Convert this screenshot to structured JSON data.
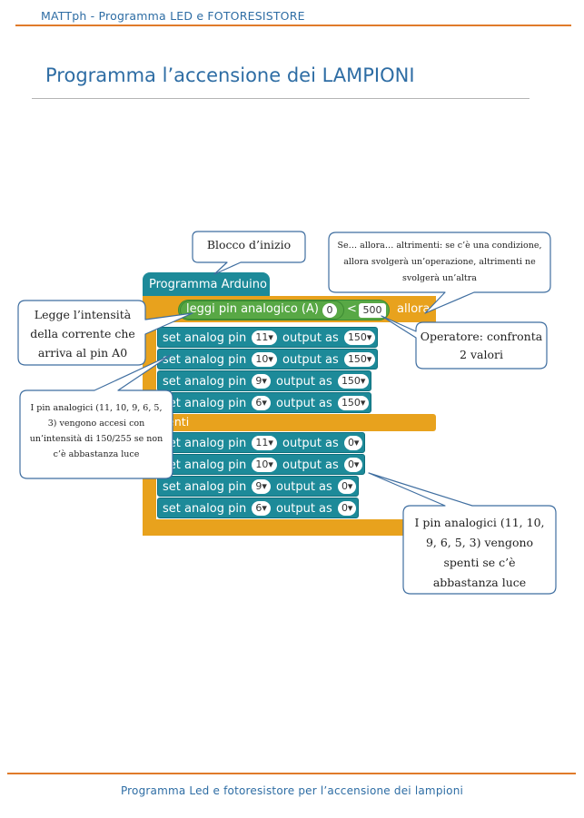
{
  "header": {
    "title": "MATTph - Programma LED e FOTORESISTORE"
  },
  "page": {
    "heading": "Programma l’accensione dei LAMPIONI"
  },
  "footer": {
    "text": "Programma Led e fotoresistore per l’accensione dei lampioni"
  },
  "blocks": {
    "hat_label": "Programma Arduino",
    "condition": {
      "label": "leggi pin analogico (A)",
      "pin": "0",
      "operator": "<",
      "value": "500"
    },
    "then_label": "allora",
    "else_label": "menti",
    "then_statements": [
      {
        "prefix": "set analog pin",
        "pin": "11▾",
        "mid": "output as",
        "value": "150▾"
      },
      {
        "prefix": "set analog pin",
        "pin": "10▾",
        "mid": "output as",
        "value": "150▾"
      },
      {
        "prefix": "set analog pin",
        "pin": "9▾",
        "mid": "output as",
        "value": "150▾"
      },
      {
        "prefix": "set analog pin",
        "pin": "6▾",
        "mid": "output as",
        "value": "150▾"
      }
    ],
    "else_statements": [
      {
        "prefix": "set analog pin",
        "pin": "11▾",
        "mid": "output as",
        "value": "0▾"
      },
      {
        "prefix": "set analog pin",
        "pin": "10▾",
        "mid": "output as",
        "value": "0▾"
      },
      {
        "prefix": "set analog pin",
        "pin": "9▾",
        "mid": "output as",
        "value": "0▾"
      },
      {
        "prefix": "set analog pin",
        "pin": "6▾",
        "mid": "output as",
        "value": "0▾"
      }
    ]
  },
  "callouts": {
    "start": "Blocco d’inizio",
    "ifelse": "Se… allora… altrimenti: se c’è una condizione, allora svolgerà un’operazione, altrimenti ne svolgerà un’altra",
    "read": "Legge l’intensità della corrente che arriva al pin A0",
    "operator": "Operatore: confronta 2 valori",
    "pins_on": "I pin analogici (11, 10, 9, 6, 5, 3) vengono accesi con un’intensità di 150/255 se non c’è abbastanza luce",
    "pins_off": "I pin analogici (11, 10, 9, 6, 5, 3) vengono spenti se c’è abbastanza luce"
  },
  "colors": {
    "accent_blue": "#2e6da4",
    "rule_orange": "#e07b2a",
    "block_orange": "#e8a21d",
    "block_teal": "#1d8a99",
    "block_green": "#58a845"
  }
}
